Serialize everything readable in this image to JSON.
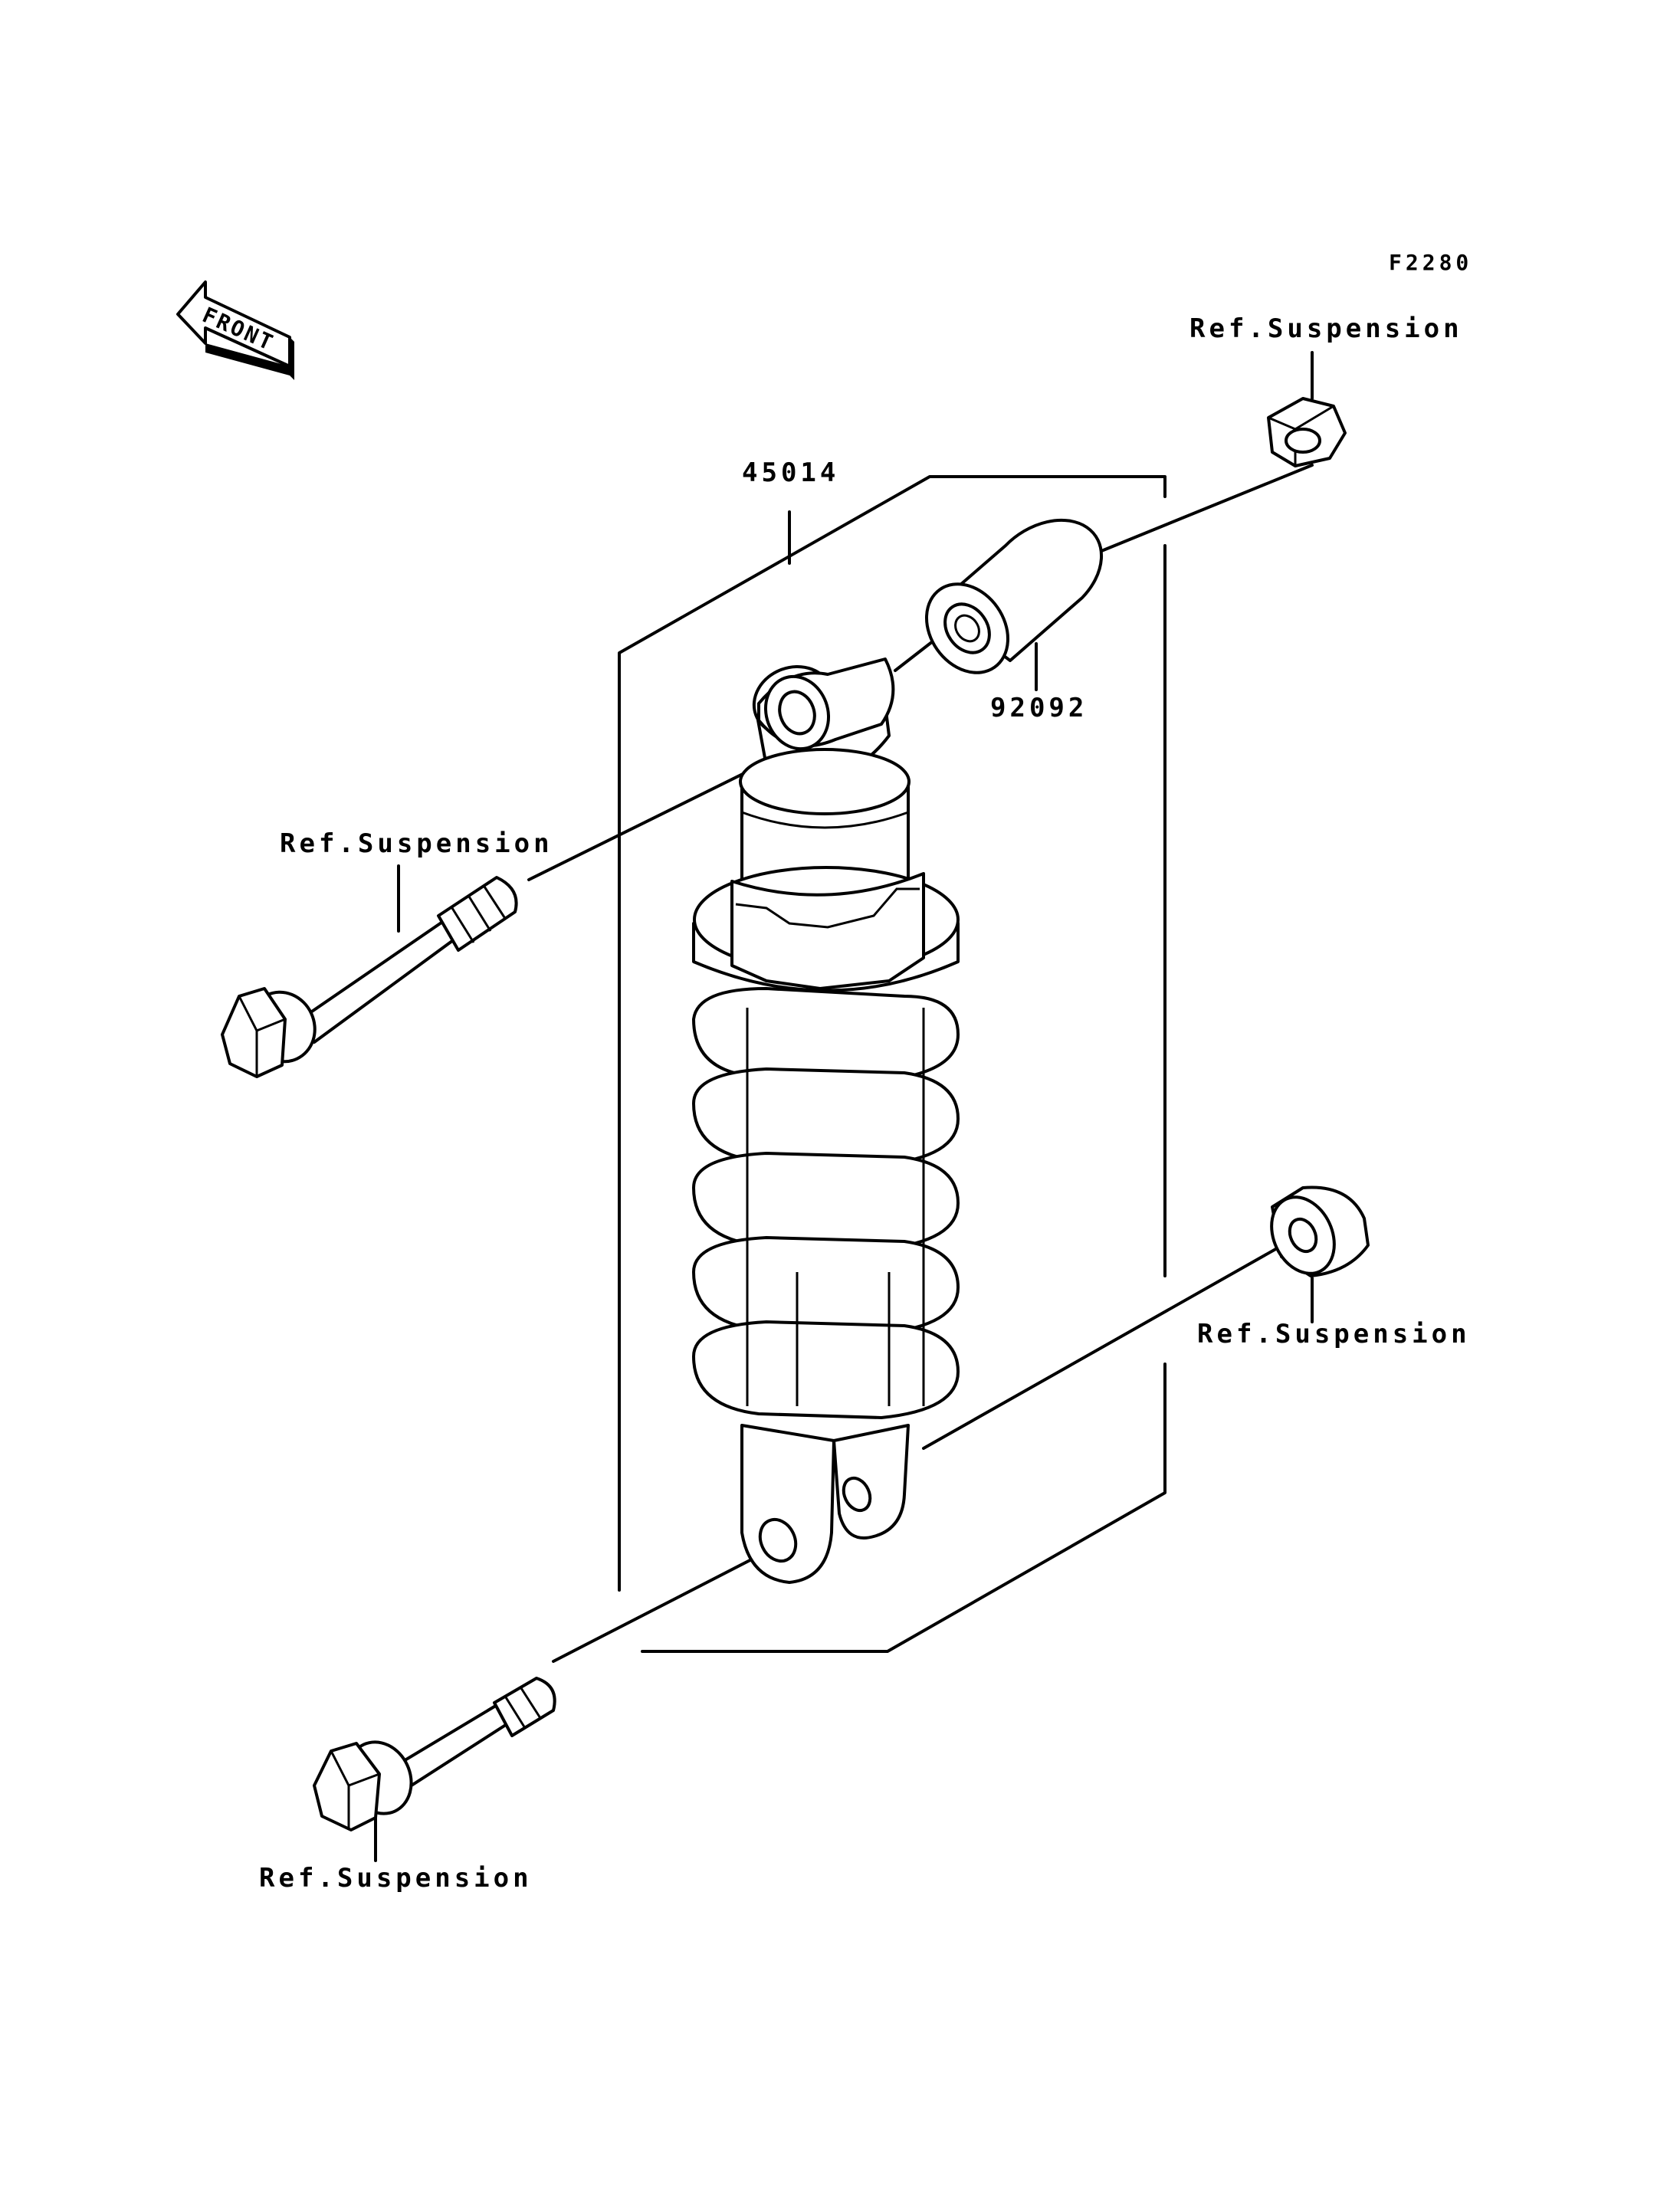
{
  "figure_code": "F2280",
  "front_arrow": {
    "text": "FRONT",
    "icon": "front-direction-arrow-icon"
  },
  "labels": {
    "shock_absorber": "45014",
    "bushing": "92092",
    "ref_top_right_nut": "Ref.Suspension",
    "ref_upper_bolt": "Ref.Suspension",
    "ref_lower_right_nut": "Ref.Suspension",
    "ref_lower_bolt": "Ref.Suspension"
  },
  "colors": {
    "ink": "#000000",
    "paper": "#ffffff"
  }
}
